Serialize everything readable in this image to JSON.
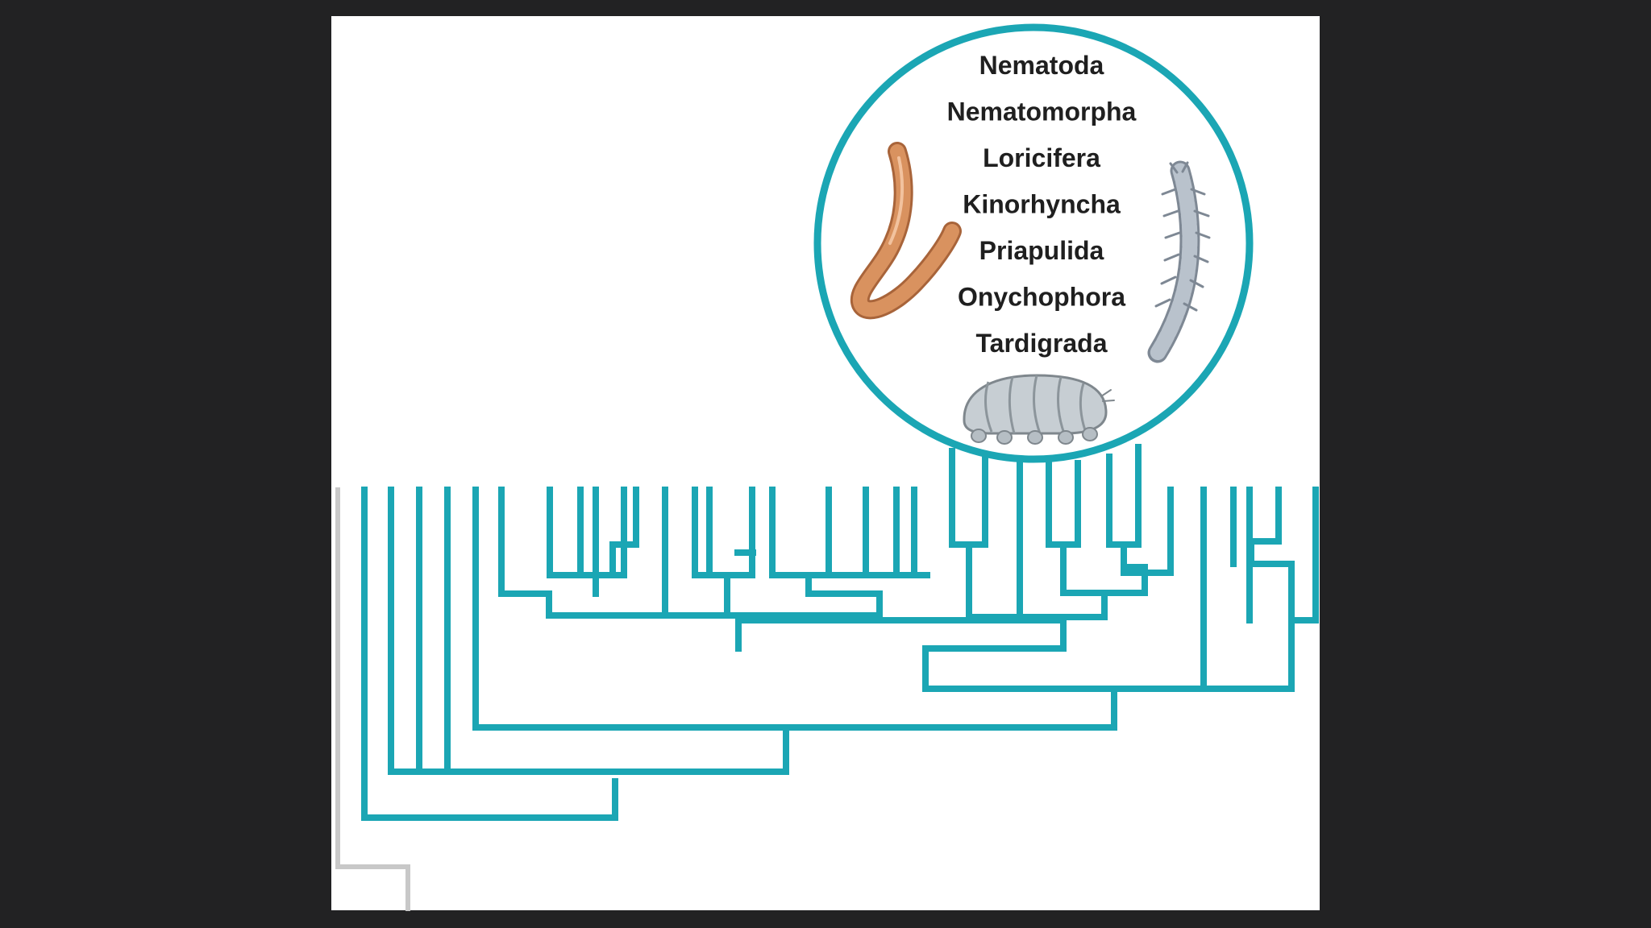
{
  "colors": {
    "background": "#222223",
    "panel": "#ffffff",
    "tree": "#1ba6b4",
    "outgroup": "#c8c8c8",
    "circle_border": "#1ba6b4",
    "label_text": "#1f1f1f",
    "worm": "#d9925f",
    "worm_dark": "#a8643a",
    "tardigrade": "#c7ced3",
    "velvet_worm": "#b9c2cc"
  },
  "inset": {
    "taxa": [
      {
        "name": "Nematoda"
      },
      {
        "name": "Nematomorpha"
      },
      {
        "name": "Loricifera"
      },
      {
        "name": "Kinorhyncha"
      },
      {
        "name": "Priapulida"
      },
      {
        "name": "Onychophora"
      },
      {
        "name": "Tardigrada"
      }
    ],
    "illustrations": {
      "left": "roundworm-icon",
      "right": "velvet-worm-icon",
      "bottom": "tardigrade-icon"
    }
  }
}
